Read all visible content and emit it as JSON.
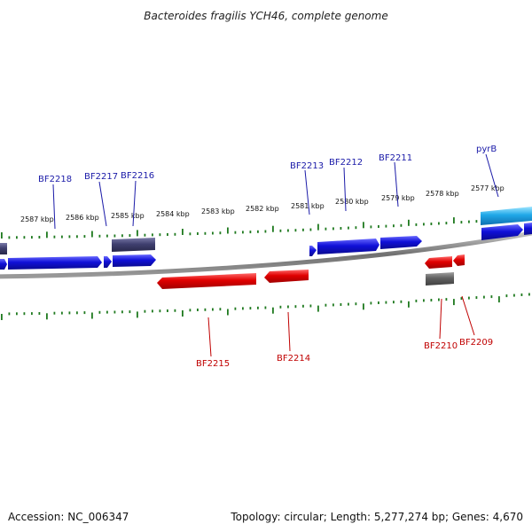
{
  "title": "Bacteroides fragilis YCH46, complete genome",
  "footer": {
    "accession": "Accession: NC_006347",
    "summary": "Topology: circular; Length: 5,277,274 bp; Genes: 4,670"
  },
  "kbp_labels": [
    "2587 kbp",
    "2586 kbp",
    "2585 kbp",
    "2584 kbp",
    "2583 kbp",
    "2582 kbp",
    "2581 kbp",
    "2580 kbp",
    "2579 kbp",
    "2578 kbp",
    "2577 kbp"
  ],
  "forward_labels": [
    "BF2218",
    "BF2217",
    "BF2216",
    "BF2213",
    "BF2212",
    "BF2211",
    "pyrB"
  ],
  "reverse_labels": [
    "BF2215",
    "BF2214",
    "BF2210",
    "BF2209"
  ],
  "colors": {
    "forward_cds": "#1010d0",
    "reverse_cds": "#e00000",
    "rna": "#404070",
    "pseudo": "#606060",
    "highlight": "#20a0e0",
    "backbone": "#808080",
    "tick": "#1f7a1f"
  }
}
